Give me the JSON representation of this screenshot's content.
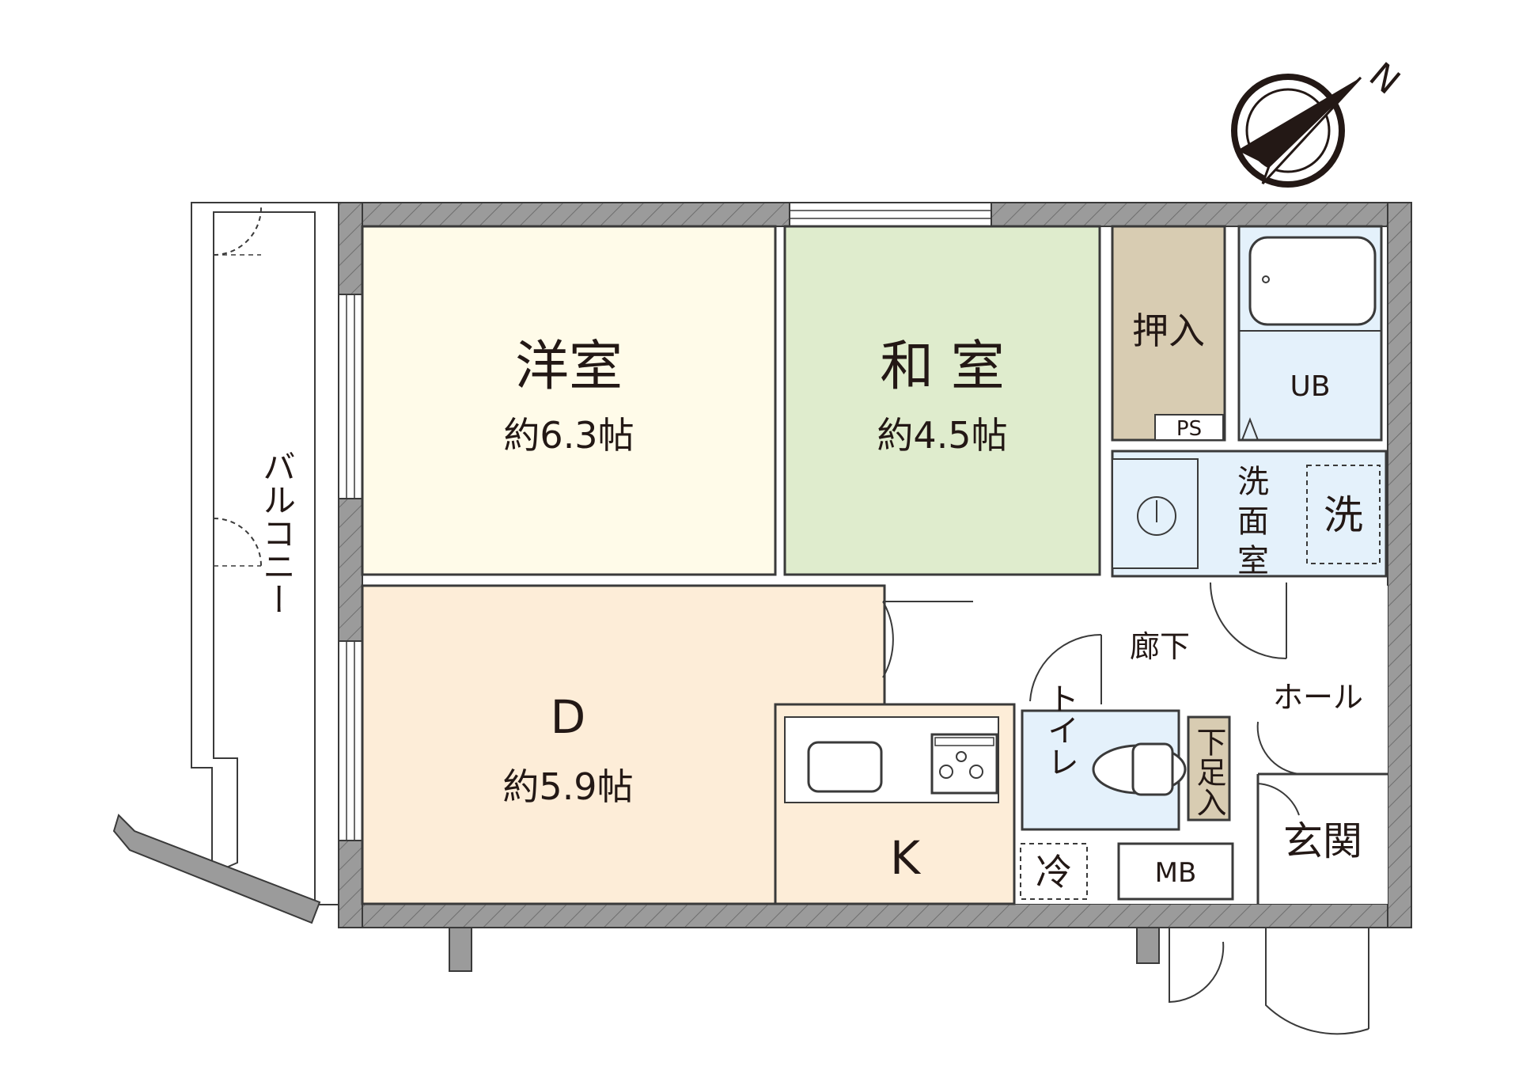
{
  "colors": {
    "wall": "#9b9b9b",
    "wall_edge": "#3a3a3a",
    "western_room": "#fffbe9",
    "japanese_room": "#dfeccd",
    "dining": "#fdedd8",
    "kitchen": "#fdedd8",
    "closet": "#d8ccb2",
    "wet_area": "#e4f1fb",
    "shoe_closet": "#d8ccb2",
    "hall": "#ffffff"
  },
  "compass": {
    "north_label": "N",
    "icon": "compass-icon"
  },
  "rooms": {
    "western": {
      "name": "洋室",
      "size": "約6.3帖"
    },
    "japanese": {
      "name": "和 室",
      "size": "約4.5帖"
    },
    "dining": {
      "name": "D",
      "size": "約5.9帖"
    },
    "kitchen": {
      "name": "K"
    },
    "closet": {
      "name": "押入"
    },
    "ps": {
      "name": "PS"
    },
    "bath": {
      "name": "UB"
    },
    "washroom": {
      "name": "洗\n面\n室"
    },
    "washer": {
      "name": "洗"
    },
    "corridor": {
      "name": "廊下"
    },
    "hall": {
      "name": "ホール"
    },
    "toilet": {
      "name": "トイレ"
    },
    "shoe": {
      "name": "下足入"
    },
    "entrance": {
      "name": "玄関"
    },
    "mb": {
      "name": "MB"
    },
    "fridge": {
      "name": "冷"
    },
    "balcony": {
      "name": "バルコニー"
    }
  }
}
